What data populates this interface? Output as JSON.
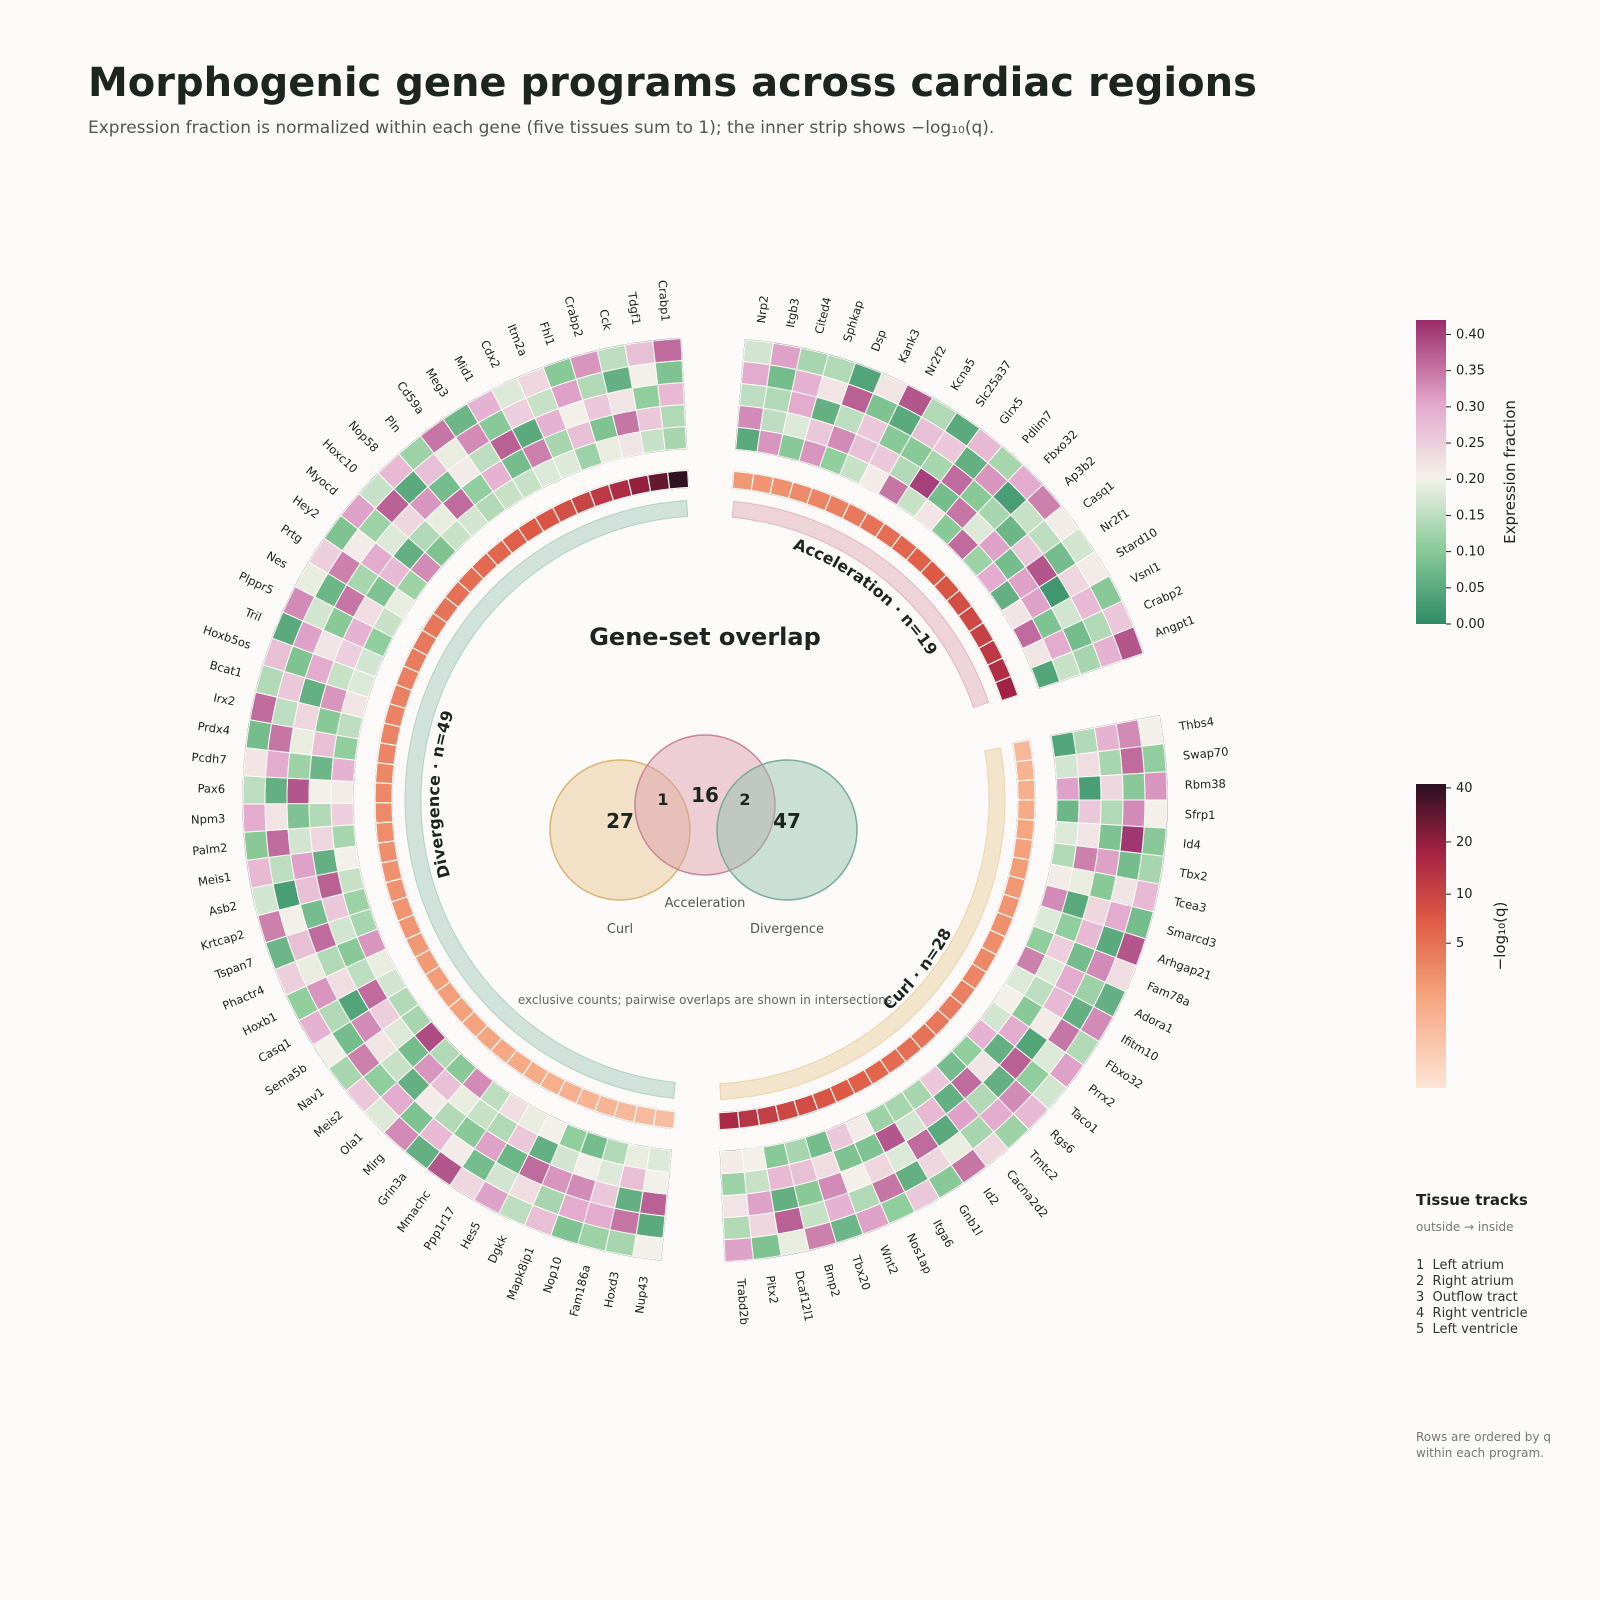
{
  "title": "Morphogenic gene programs across cardiac regions",
  "subtitle": "Expression fraction is normalized within each gene (five tissues sum to 1); the inner strip shows −log₁₀(q).",
  "colorbar_expression": {
    "label": "Expression fraction",
    "ticks": [
      "0.00",
      "0.05",
      "0.10",
      "0.15",
      "0.20",
      "0.25",
      "0.30",
      "0.35",
      "0.40"
    ]
  },
  "colorbar_q": {
    "label": "−log₁₀(q)",
    "ticks": [
      "5",
      "10",
      "20",
      "40"
    ]
  },
  "tissue_legend": {
    "title": "Tissue tracks",
    "subtitle": "outside → inside",
    "items": [
      "1  Left atrium",
      "2  Right atrium",
      "3  Outflow tract",
      "4  Right ventricle",
      "5  Left ventricle"
    ]
  },
  "footnote": [
    "Rows are ordered by q",
    "within each program."
  ],
  "venn": {
    "title": "Gene-set overlap",
    "note": "exclusive counts; pairwise overlaps are shown in intersections",
    "sets": [
      {
        "name": "Curl",
        "exclusive": "27",
        "color": "#e6c48a"
      },
      {
        "name": "Acceleration",
        "exclusive": "16",
        "color": "#d999a8"
      },
      {
        "name": "Divergence",
        "exclusive": "47",
        "color": "#8fbfae"
      }
    ],
    "overlaps": {
      "curl_acceleration": "1",
      "acceleration_divergence": "2"
    }
  },
  "chart_data": {
    "type": "heatmap",
    "layout": "circular",
    "tissues": [
      "Left atrium",
      "Right atrium",
      "Outflow tract",
      "Right ventricle",
      "Left ventricle"
    ],
    "expression_range": [
      0,
      0.42
    ],
    "q_range": [
      0,
      42
    ],
    "programs": [
      {
        "name": "Acceleration",
        "label": "Acceleration · n=19",
        "color": "#d999a8",
        "genes": [
          "Nrp2",
          "Itgb3",
          "Cited4",
          "Sphkap",
          "Dsp",
          "Kank3",
          "Nr2f2",
          "Kcna5",
          "Slc25a37",
          "Glrx5",
          "Pdlim7",
          "Fbxo32",
          "Ap3b2",
          "Casq1",
          "Nr2f1",
          "Stard10",
          "Vsnl1",
          "Crabp2",
          "Angpt1"
        ],
        "neg_log10_q": [
          2.6,
          2.8,
          3.0,
          3.3,
          3.6,
          4.0,
          4.4,
          4.8,
          5.3,
          5.8,
          6.4,
          7.0,
          7.7,
          8.5,
          9.4,
          10.5,
          12.0,
          14.5,
          18.0
        ]
      },
      {
        "name": "Curl",
        "label": "Curl · n=28",
        "color": "#e6c48a",
        "genes": [
          "Thbs4",
          "Swap70",
          "Rbm38",
          "Sfrp1",
          "Id4",
          "Tbx2",
          "Tcea3",
          "Smarcd3",
          "Arhgap21",
          "Fam78a",
          "Adora1",
          "Ifitm10",
          "Fbxo32",
          "Prrx2",
          "Taco1",
          "Rgs6",
          "Tmtc2",
          "Cacna2d2",
          "Id2",
          "Gnb1l",
          "Itga6",
          "Nos1ap",
          "Wnt2",
          "Tbx20",
          "Bmp2",
          "Dcaf12l1",
          "Pitx2",
          "Trabd2b"
        ],
        "neg_log10_q": [
          1.2,
          1.4,
          1.6,
          1.8,
          2.0,
          2.2,
          2.4,
          2.6,
          2.8,
          3.0,
          3.2,
          3.4,
          3.6,
          3.9,
          4.2,
          4.5,
          4.8,
          5.1,
          5.5,
          6.0,
          6.5,
          7.0,
          7.8,
          8.6,
          9.6,
          11.0,
          13.0,
          16.0
        ]
      },
      {
        "name": "Divergence",
        "label": "Divergence · n=49",
        "color": "#8fbfae",
        "genes": [
          "Nup43",
          "Hoxd3",
          "Fam186a",
          "Nop10",
          "Mapk8ip1",
          "Dgkk",
          "Hes5",
          "Ppp1r17",
          "Mmachc",
          "Grin3a",
          "Mirg",
          "Ola1",
          "Meis2",
          "Nav1",
          "Sema5b",
          "Casq1",
          "Hoxb1",
          "Phactr4",
          "Tspan7",
          "Krtcap2",
          "Asb2",
          "Meis1",
          "Palm2",
          "Npm3",
          "Pax6",
          "Pcdh7",
          "Prdx4",
          "Irx2",
          "Bcat1",
          "Hoxb5os",
          "Tril",
          "Plppr5",
          "Nes",
          "Prtg",
          "Hey2",
          "Myocd",
          "Hoxc10",
          "Nop58",
          "Pln",
          "Cd59a",
          "Meg3",
          "Mid1",
          "Cdx2",
          "Itm2a",
          "Fhl1",
          "Crabp2",
          "Cck",
          "Tdgf1",
          "Crabp1"
        ],
        "neg_log10_q": [
          1.0,
          1.1,
          1.2,
          1.3,
          1.4,
          1.5,
          1.6,
          1.7,
          1.8,
          1.9,
          2.0,
          2.1,
          2.2,
          2.3,
          2.4,
          2.5,
          2.6,
          2.7,
          2.8,
          2.9,
          3.0,
          3.1,
          3.2,
          3.3,
          3.4,
          3.5,
          3.6,
          3.7,
          3.8,
          3.9,
          4.0,
          4.2,
          4.4,
          4.6,
          4.8,
          5.0,
          5.3,
          5.6,
          6.0,
          6.5,
          7.0,
          7.7,
          8.5,
          10.0,
          12.0,
          15.0,
          20.0,
          28.0,
          40.0
        ]
      }
    ],
    "expression_matrix_note": "per-gene expression fractions across 5 tissue tracks (outside to inside), each row sums to 1",
    "expression": {
      "Acceleration": [
        [
          0.17,
          0.3,
          0.15,
          0.33,
          0.05
        ],
        [
          0.31,
          0.08,
          0.14,
          0.15,
          0.32
        ],
        [
          0.13,
          0.29,
          0.3,
          0.18,
          0.1
        ],
        [
          0.14,
          0.22,
          0.06,
          0.26,
          0.32
        ],
        [
          0.04,
          0.37,
          0.15,
          0.33,
          0.11
        ],
        [
          0.22,
          0.09,
          0.26,
          0.27,
          0.16
        ],
        [
          0.38,
          0.05,
          0.1,
          0.26,
          0.21
        ],
        [
          0.14,
          0.27,
          0.1,
          0.14,
          0.35
        ],
        [
          0.05,
          0.26,
          0.13,
          0.4,
          0.16
        ],
        [
          0.28,
          0.06,
          0.36,
          0.08,
          0.22
        ],
        [
          0.13,
          0.32,
          0.1,
          0.35,
          0.1
        ],
        [
          0.3,
          0.03,
          0.13,
          0.18,
          0.36
        ],
        [
          0.34,
          0.16,
          0.07,
          0.31,
          0.12
        ],
        [
          0.21,
          0.15,
          0.26,
          0.08,
          0.3
        ],
        [
          0.17,
          0.08,
          0.38,
          0.31,
          0.06
        ],
        [
          0.21,
          0.24,
          0.02,
          0.31,
          0.22
        ],
        [
          0.1,
          0.28,
          0.17,
          0.09,
          0.36
        ],
        [
          0.26,
          0.14,
          0.08,
          0.3,
          0.22
        ],
        [
          0.38,
          0.29,
          0.13,
          0.16,
          0.04
        ]
      ],
      "Curl": [
        [
          0.2,
          0.33,
          0.29,
          0.14,
          0.04
        ],
        [
          0.11,
          0.36,
          0.13,
          0.23,
          0.17
        ],
        [
          0.32,
          0.1,
          0.24,
          0.03,
          0.31
        ],
        [
          0.2,
          0.33,
          0.14,
          0.26,
          0.07
        ],
        [
          0.1,
          0.41,
          0.09,
          0.22,
          0.18
        ],
        [
          0.13,
          0.08,
          0.31,
          0.34,
          0.14
        ],
        [
          0.28,
          0.22,
          0.1,
          0.19,
          0.21
        ],
        [
          0.08,
          0.3,
          0.24,
          0.05,
          0.33
        ],
        [
          0.38,
          0.05,
          0.28,
          0.11,
          0.18
        ],
        [
          0.23,
          0.33,
          0.08,
          0.25,
          0.11
        ],
        [
          0.06,
          0.12,
          0.3,
          0.18,
          0.34
        ],
        [
          0.33,
          0.06,
          0.28,
          0.15,
          0.18
        ],
        [
          0.14,
          0.35,
          0.21,
          0.1,
          0.2
        ],
        [
          0.31,
          0.18,
          0.04,
          0.3,
          0.17
        ],
        [
          0.17,
          0.11,
          0.37,
          0.06,
          0.29
        ],
        [
          0.28,
          0.33,
          0.06,
          0.22,
          0.11
        ],
        [
          0.12,
          0.3,
          0.14,
          0.36,
          0.08
        ],
        [
          0.24,
          0.13,
          0.31,
          0.06,
          0.26
        ],
        [
          0.35,
          0.19,
          0.05,
          0.28,
          0.13
        ],
        [
          0.1,
          0.24,
          0.36,
          0.17,
          0.13
        ],
        [
          0.26,
          0.06,
          0.18,
          0.38,
          0.12
        ],
        [
          0.11,
          0.35,
          0.24,
          0.09,
          0.21
        ],
        [
          0.31,
          0.14,
          0.2,
          0.09,
          0.26
        ],
        [
          0.07,
          0.29,
          0.33,
          0.23,
          0.08
        ],
        [
          0.34,
          0.16,
          0.1,
          0.27,
          0.13
        ],
        [
          0.19,
          0.37,
          0.06,
          0.28,
          0.1
        ],
        [
          0.09,
          0.24,
          0.31,
          0.16,
          0.2
        ],
        [
          0.31,
          0.14,
          0.22,
          0.12,
          0.21
        ]
      ],
      "Divergence": [
        [
          0.2,
          0.05,
          0.37,
          0.2,
          0.18
        ],
        [
          0.13,
          0.35,
          0.06,
          0.27,
          0.19
        ],
        [
          0.12,
          0.3,
          0.26,
          0.18,
          0.14
        ],
        [
          0.09,
          0.3,
          0.33,
          0.2,
          0.08
        ],
        [
          0.27,
          0.13,
          0.32,
          0.17,
          0.11
        ],
        [
          0.15,
          0.23,
          0.36,
          0.06,
          0.2
        ],
        [
          0.31,
          0.17,
          0.07,
          0.26,
          0.19
        ],
        [
          0.24,
          0.08,
          0.31,
          0.14,
          0.23
        ],
        [
          0.38,
          0.21,
          0.1,
          0.16,
          0.15
        ],
        [
          0.06,
          0.28,
          0.14,
          0.19,
          0.33
        ],
        [
          0.33,
          0.09,
          0.21,
          0.27,
          0.1
        ],
        [
          0.18,
          0.3,
          0.06,
          0.32,
          0.14
        ],
        [
          0.26,
          0.11,
          0.16,
          0.08,
          0.39
        ],
        [
          0.13,
          0.34,
          0.22,
          0.18,
          0.13
        ],
        [
          0.2,
          0.08,
          0.33,
          0.25,
          0.14
        ],
        [
          0.29,
          0.14,
          0.04,
          0.36,
          0.17
        ],
        [
          0.11,
          0.32,
          0.23,
          0.15,
          0.19
        ],
        [
          0.25,
          0.19,
          0.14,
          0.1,
          0.32
        ],
        [
          0.07,
          0.27,
          0.36,
          0.17,
          0.13
        ],
        [
          0.34,
          0.2,
          0.08,
          0.26,
          0.12
        ],
        [
          0.17,
          0.03,
          0.27,
          0.37,
          0.16
        ],
        [
          0.28,
          0.15,
          0.31,
          0.06,
          0.2
        ],
        [
          0.1,
          0.36,
          0.17,
          0.24,
          0.13
        ],
        [
          0.3,
          0.22,
          0.09,
          0.14,
          0.25
        ],
        [
          0.15,
          0.06,
          0.38,
          0.2,
          0.21
        ],
        [
          0.22,
          0.3,
          0.12,
          0.07,
          0.29
        ],
        [
          0.08,
          0.35,
          0.19,
          0.27,
          0.11
        ],
        [
          0.36,
          0.15,
          0.24,
          0.1,
          0.15
        ],
        [
          0.14,
          0.26,
          0.06,
          0.32,
          0.22
        ],
        [
          0.27,
          0.09,
          0.3,
          0.16,
          0.18
        ],
        [
          0.05,
          0.31,
          0.22,
          0.25,
          0.17
        ],
        [
          0.33,
          0.17,
          0.1,
          0.29,
          0.11
        ],
        [
          0.19,
          0.07,
          0.35,
          0.23,
          0.16
        ],
        [
          0.25,
          0.34,
          0.13,
          0.09,
          0.19
        ],
        [
          0.09,
          0.21,
          0.3,
          0.28,
          0.12
        ],
        [
          0.31,
          0.12,
          0.18,
          0.06,
          0.33
        ],
        [
          0.16,
          0.37,
          0.24,
          0.14,
          0.09
        ],
        [
          0.28,
          0.05,
          0.32,
          0.19,
          0.16
        ],
        [
          0.12,
          0.27,
          0.08,
          0.36,
          0.17
        ],
        [
          0.35,
          0.19,
          0.21,
          0.11,
          0.14
        ],
        [
          0.07,
          0.33,
          0.15,
          0.29,
          0.16
        ],
        [
          0.29,
          0.1,
          0.37,
          0.08,
          0.16
        ],
        [
          0.18,
          0.25,
          0.05,
          0.34,
          0.18
        ],
        [
          0.24,
          0.16,
          0.29,
          0.13,
          0.18
        ],
        [
          0.1,
          0.31,
          0.2,
          0.27,
          0.12
        ],
        [
          0.32,
          0.14,
          0.26,
          0.09,
          0.19
        ],
        [
          0.15,
          0.06,
          0.22,
          0.35,
          0.22
        ],
        [
          0.27,
          0.2,
          0.11,
          0.26,
          0.16
        ],
        [
          0.36,
          0.09,
          0.28,
          0.14,
          0.13
        ]
      ]
    }
  }
}
